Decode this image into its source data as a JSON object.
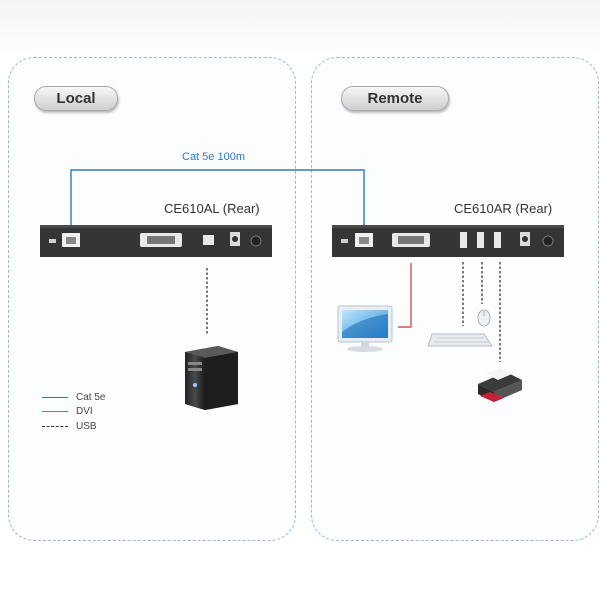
{
  "sections": {
    "local": "Local",
    "remote": "Remote"
  },
  "devices": {
    "local_unit": "CE610AL (Rear)",
    "remote_unit": "CE610AR (Rear)"
  },
  "cable_label": "Cat 5e 100m",
  "legend": [
    {
      "label": "Cat 5e",
      "color": "#2f78c4",
      "style": "solid"
    },
    {
      "label": "DVI",
      "color": "#d9534a",
      "style": "solid"
    },
    {
      "label": "USB",
      "color": "#333333",
      "style": "dashed"
    }
  ],
  "colors": {
    "cat5e": "#2f78c4",
    "dvi": "#d9534a",
    "usb": "#333333",
    "panel_border": "#9fb6cc"
  },
  "icons": [
    "computer-tower-icon",
    "monitor-icon",
    "keyboard-icon",
    "mouse-icon",
    "printer-icon"
  ]
}
